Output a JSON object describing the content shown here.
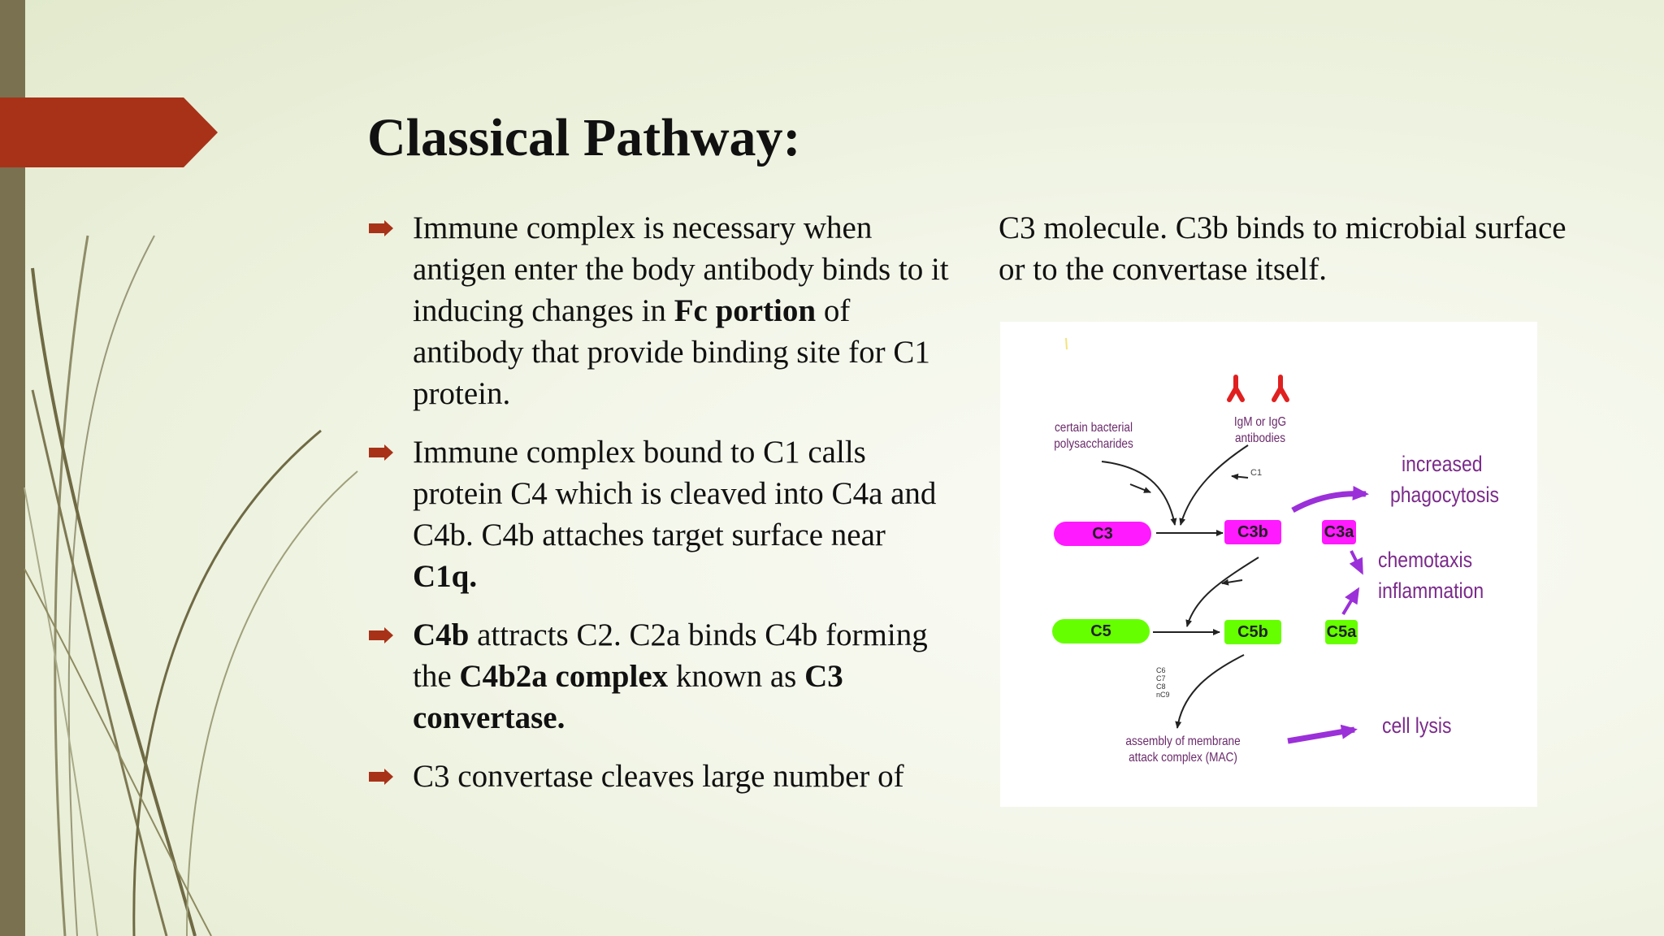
{
  "slide": {
    "title": "Classical Pathway:",
    "bullets": [
      {
        "runs": [
          {
            "text": "Immune complex is necessary when antigen enter the body antibody binds to it inducing changes in ",
            "bold": false
          },
          {
            "text": "Fc portion",
            "bold": true
          },
          {
            "text": " of antibody that provide binding site for C1 protein.",
            "bold": false
          }
        ]
      },
      {
        "runs": [
          {
            "text": "Immune complex bound to C1 calls protein C4 which is cleaved into C4a and C4b. C4b attaches target surface near ",
            "bold": false
          },
          {
            "text": "C1q.",
            "bold": true
          }
        ]
      },
      {
        "runs": [
          {
            "text": "C4b",
            "bold": true
          },
          {
            "text": " attracts C2. C2a binds C4b forming the ",
            "bold": false
          },
          {
            "text": "C4b2a complex",
            "bold": true
          },
          {
            "text": " known as ",
            "bold": false
          },
          {
            "text": "C3 convertase.",
            "bold": true
          }
        ]
      },
      {
        "runs": [
          {
            "text": "C3 convertase cleaves large number of",
            "bold": false
          }
        ]
      }
    ],
    "continuation": "C3 molecule. C3b binds to microbial surface or to the convertase itself."
  },
  "figure": {
    "bacterial": [
      "certain bacterial",
      "polysaccharides"
    ],
    "antibodies": [
      "IgM or IgG",
      "antibodies"
    ],
    "c1": "C1",
    "c3": "C3",
    "c3b": "C3b",
    "c3a": "C3a",
    "c5": "C5",
    "c5b": "C5b",
    "c5a": "C5a",
    "late": [
      "C6",
      "C7",
      "C8",
      "nC9"
    ],
    "mac": [
      "assembly of membrane",
      "attack complex (MAC)"
    ],
    "effects": {
      "phago": [
        "increased",
        "phagocytosis"
      ],
      "chemo": [
        "chemotaxis",
        "inflammation"
      ],
      "lysis": "cell lysis"
    }
  },
  "colors": {
    "banner": "#a83218",
    "left_bar": "#7a7150",
    "magenta": "#ff1aff",
    "green": "#66ff00",
    "purple": "#9b30d9",
    "antibody": "#e02020"
  },
  "icons": {
    "bullet": "arrow-bullet-icon"
  }
}
